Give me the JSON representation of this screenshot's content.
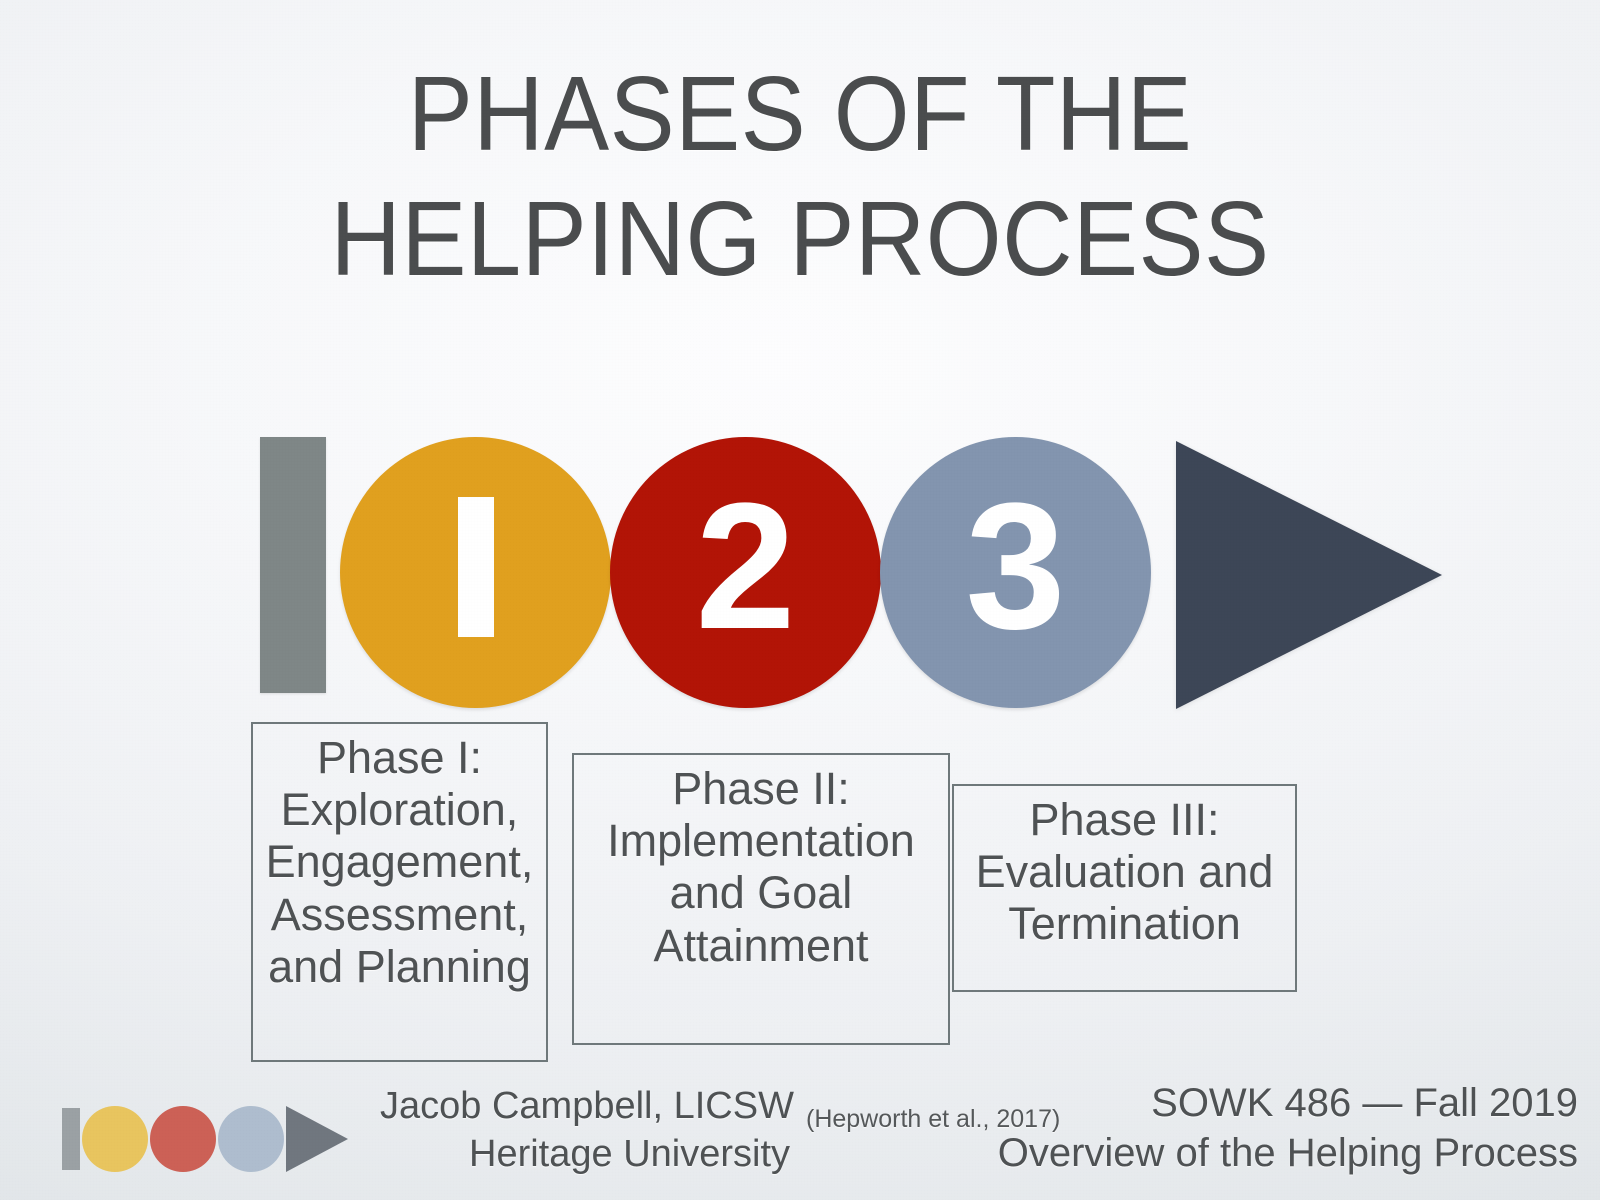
{
  "slide": {
    "title_line_1": "PHASES OF THE",
    "title_line_2": "HELPING PROCESS",
    "background_color": "#eef0f3",
    "title_color": "#4b4d4e"
  },
  "diagram": {
    "accent_bar": {
      "name": "gray-bar",
      "color": "#7f8787"
    },
    "steps": [
      {
        "number": "1",
        "color": "#e0a01f",
        "label_color": "#ffffff"
      },
      {
        "number": "2",
        "color": "#b21407",
        "label_color": "#ffffff"
      },
      {
        "number": "3",
        "color": "#8395af",
        "label_color": "#ffffff"
      }
    ],
    "arrow": {
      "name": "forward-arrow",
      "color": "#3d4657",
      "direction": "right"
    }
  },
  "phases": [
    {
      "id": "phase-1",
      "lines": [
        "Phase I:",
        "Exploration,",
        "Engagement,",
        "Assessment,",
        "and Planning"
      ],
      "border_color": "#6f787b"
    },
    {
      "id": "phase-2",
      "lines": [
        "Phase II:",
        "Implementation",
        "and Goal",
        "Attainment"
      ],
      "border_color": "#6f787b"
    },
    {
      "id": "phase-3",
      "lines": [
        "Phase III:",
        "Evaluation and",
        "Termination"
      ],
      "border_color": "#6f787b"
    }
  ],
  "footer": {
    "logo": {
      "bar_color": "#9ba1a4",
      "dot_colors": [
        "#e8c55f",
        "#cc6156",
        "#aebdce"
      ],
      "arrow_color": "#70777f"
    },
    "presenter_name": "Jacob Campbell, LICSW",
    "presenter_affiliation": "Heritage University",
    "citation": "(Hepworth et al., 2017)",
    "course": "SOWK 486 — Fall 2019",
    "topic": "Overview of the Helping Process"
  }
}
